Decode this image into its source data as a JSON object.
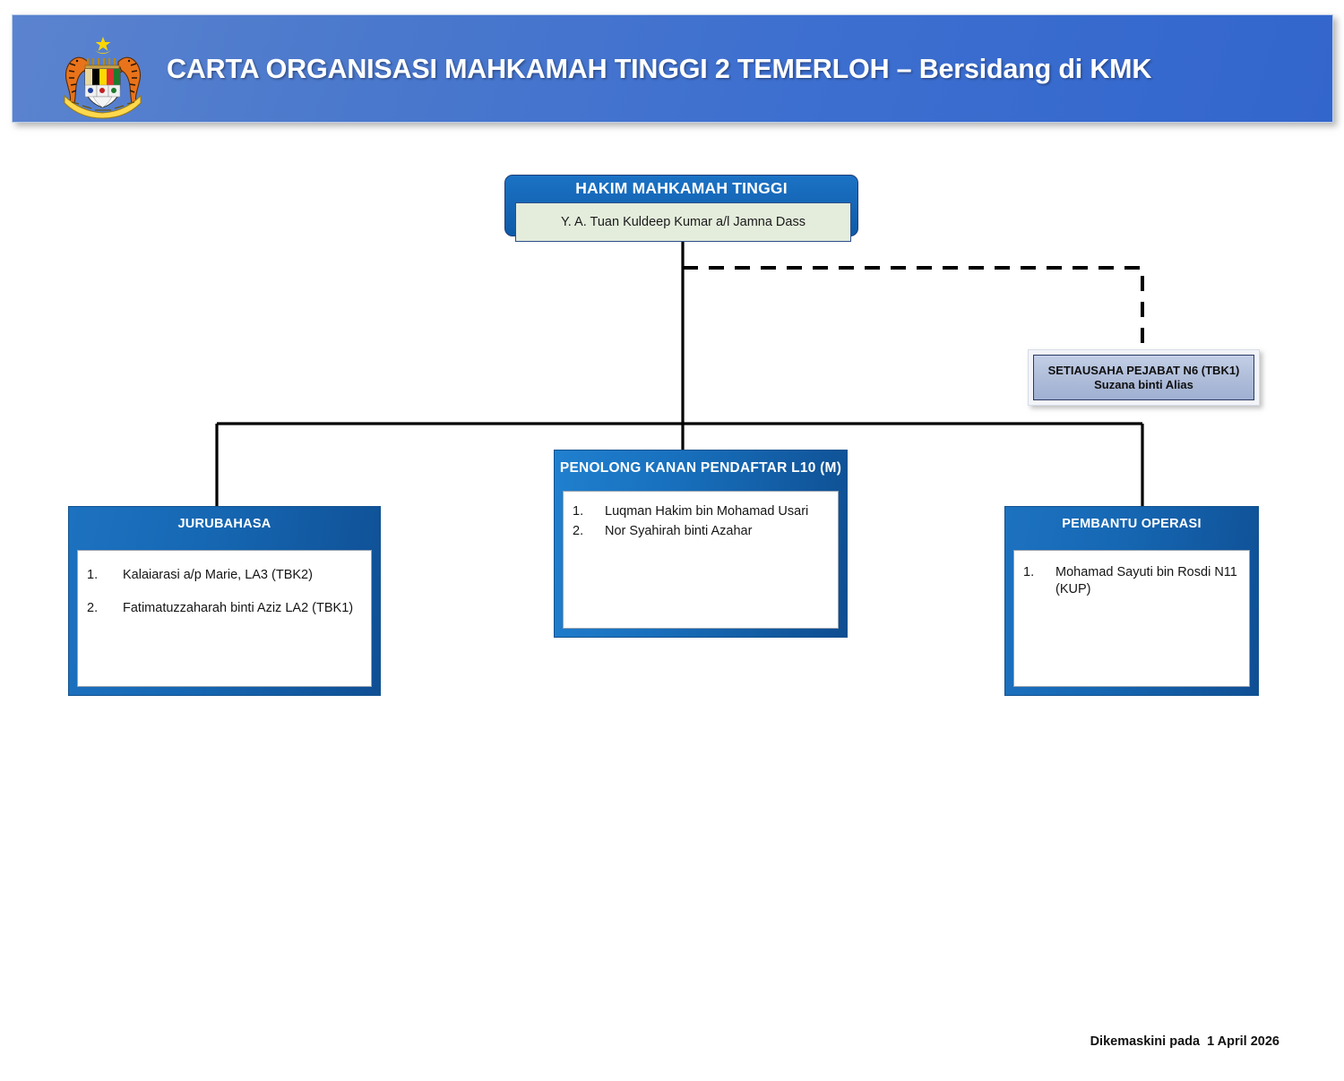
{
  "header": {
    "title": "CARTA ORGANISASI MAHKAMAH TINGGI 2 TEMERLOH – Bersidang di KMK",
    "crest_icon": "malaysia-coat-of-arms-icon",
    "banner_color": "#3366cc",
    "title_color": "#ffffff"
  },
  "chart": {
    "top_node": {
      "title": "HAKIM MAHKAMAH TINGGI",
      "name": "Y. A. Tuan Kuldeep Kumar a/l Jamna Dass",
      "header_color": "#1565b5",
      "body_color": "#e4eddc"
    },
    "staff_node": {
      "title": "SETIAUSAHA PEJABAT N6 (TBK1)",
      "name": "Suzana binti Alias",
      "fill_color": "#aebcd9",
      "connector": "dashed"
    },
    "units": [
      {
        "key": "jurubahasa",
        "title": "JURUBAHASA",
        "members": [
          {
            "num": "1.",
            "name": "Kalaiarasi a/p Marie, LA3 (TBK2)"
          },
          {
            "num": "2.",
            "name": "Fatimatuzzaharah binti Aziz LA2 (TBK1)"
          }
        ]
      },
      {
        "key": "pkp",
        "title": "PENOLONG KANAN PENDAFTAR L10 (M)",
        "members": [
          {
            "num": "1.",
            "name": "Luqman Hakim bin Mohamad Usari"
          },
          {
            "num": "2.",
            "name": "Nor Syahirah binti Azahar"
          }
        ]
      },
      {
        "key": "pembantu",
        "title": "PEMBANTU OPERASI",
        "members": [
          {
            "num": "1.",
            "name": "Mohamad Sayuti bin Rosdi N11 (KUP)"
          }
        ]
      }
    ],
    "accent_color": "#1565b5"
  },
  "footer": {
    "updated_text": "Dikemaskini pada  1 April 2026"
  }
}
